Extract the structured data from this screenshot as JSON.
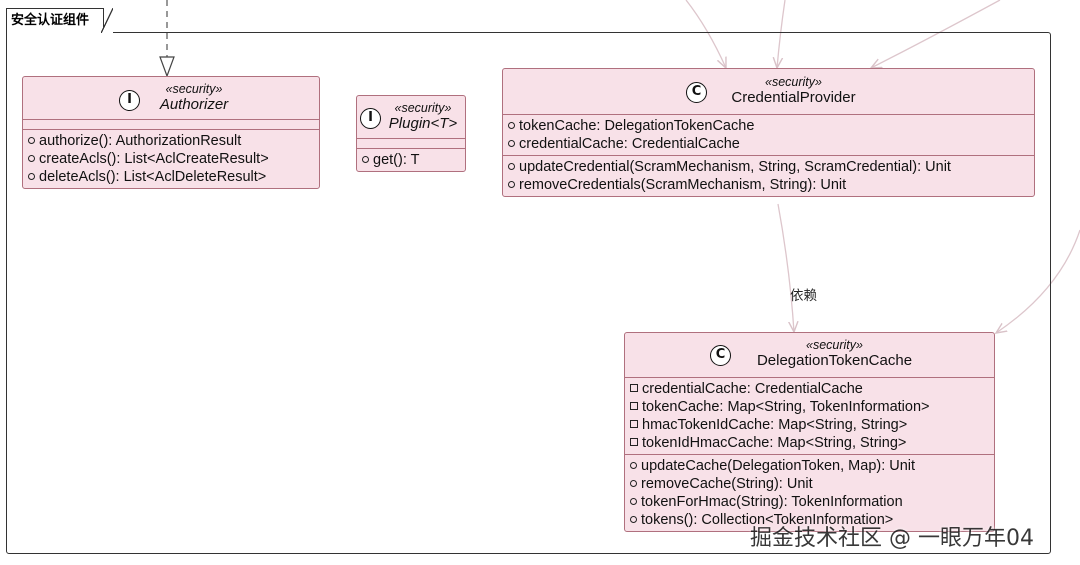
{
  "package": {
    "name": "安全认证组件"
  },
  "classes": {
    "authorizer": {
      "kind_icon": "I",
      "stereotype": "«security»",
      "name": "Authorizer",
      "fields": [],
      "methods": [
        "authorize(): AuthorizationResult",
        "createAcls(): List<AclCreateResult>",
        "deleteAcls(): List<AclDeleteResult>"
      ]
    },
    "plugin": {
      "kind_icon": "I",
      "stereotype": "«security»",
      "name": "Plugin<T>",
      "fields": [],
      "methods": [
        "get(): T"
      ]
    },
    "credential_provider": {
      "kind_icon": "C",
      "stereotype": "«security»",
      "name": "CredentialProvider",
      "fields": [
        "tokenCache: DelegationTokenCache",
        "credentialCache: CredentialCache"
      ],
      "methods": [
        "updateCredential(ScramMechanism, String, ScramCredential): Unit",
        "removeCredentials(ScramMechanism, String): Unit"
      ]
    },
    "delegation_token_cache": {
      "kind_icon": "C",
      "stereotype": "«security»",
      "name": "DelegationTokenCache",
      "fields": [
        "credentialCache: CredentialCache",
        "tokenCache: Map<String, TokenInformation>",
        "hmacTokenIdCache: Map<String, String>",
        "tokenIdHmacCache: Map<String, String>"
      ],
      "methods": [
        "updateCache(DelegationToken, Map): Unit",
        "removeCache(String): Unit",
        "tokenForHmac(String): TokenInformation",
        "tokens(): Collection<TokenInformation>"
      ]
    }
  },
  "relations": {
    "dependency_label": "依赖"
  },
  "watermark": "掘金技术社区 @ 一眼万年04"
}
